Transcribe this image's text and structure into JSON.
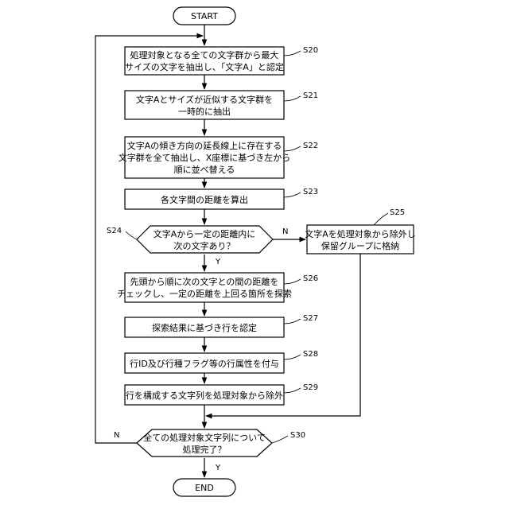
{
  "terminals": {
    "start": "START",
    "end": "END"
  },
  "steps": {
    "s20": {
      "id": "S20",
      "lines": [
        "処理対象となる全ての文字群から最大",
        "サイズの文字を抽出し、「文字A」と認定"
      ]
    },
    "s21": {
      "id": "S21",
      "lines": [
        "文字Aとサイズが近似する文字群を",
        "一時的に抽出"
      ]
    },
    "s22": {
      "id": "S22",
      "lines": [
        "文字Aの傾き方向の延長線上に存在する",
        "文字群を全て抽出し、X座標に基づき左から",
        "順に並べ替える"
      ]
    },
    "s23": {
      "id": "S23",
      "lines": [
        "各文字間の距離を算出"
      ]
    },
    "s24": {
      "id": "S24",
      "lines": [
        "文字Aから一定の距離内に",
        "次の文字あり？"
      ]
    },
    "s25": {
      "id": "S25",
      "lines": [
        "文字Aを処理対象から除外し",
        "保留グループに格納"
      ]
    },
    "s26": {
      "id": "S26",
      "lines": [
        "先頭から順に次の文字との間の距離を",
        "チェックし、一定の距離を上回る箇所を探索"
      ]
    },
    "s27": {
      "id": "S27",
      "lines": [
        "探索結果に基づき行を認定"
      ]
    },
    "s28": {
      "id": "S28",
      "lines": [
        "行ID及び行種フラグ等の行属性を付与"
      ]
    },
    "s29": {
      "id": "S29",
      "lines": [
        "行を構成する文字列を処理対象から除外"
      ]
    },
    "s30": {
      "id": "S30",
      "lines": [
        "全ての処理対象文字列について",
        "処理完了？"
      ]
    }
  },
  "branches": {
    "s24_no": "N",
    "s24_yes": "Y",
    "s30_no": "N",
    "s30_yes": "Y"
  }
}
